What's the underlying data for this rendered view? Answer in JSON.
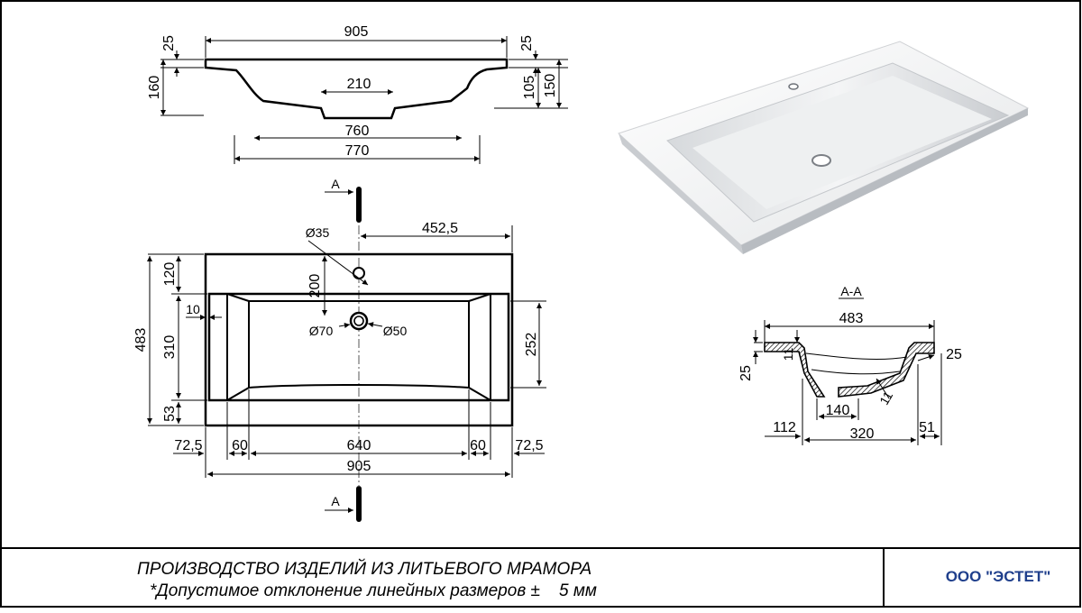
{
  "side_view": {
    "overall_width": "905",
    "top_thickness_left": "25",
    "top_thickness_right": "25",
    "total_height": "160",
    "bowl_depth": "105",
    "depth_right": "150",
    "drain_width": "210",
    "bowl_inner_width": "760",
    "bowl_outer_width": "770"
  },
  "plan_view": {
    "section_mark_top": "A",
    "section_mark_bottom": "A",
    "tap_hole_diameter": "Ø35",
    "hole_offset_right": "452,5",
    "hole_offset_from_back": "200",
    "drain_outer_diameter": "Ø70",
    "drain_inner_diameter": "Ø50",
    "depth_total": "483",
    "back_margin": "120",
    "bowl_length": "310",
    "front_margin": "53",
    "side_wall": "10",
    "bowl_depth_right": "252",
    "bottom_dims": [
      "72,5",
      "60",
      "640",
      "60",
      "72,5"
    ],
    "overall_width": "905"
  },
  "section_view": {
    "title": "А-А",
    "width": "483",
    "rim_left": "11",
    "rim_right": "25",
    "height_left": "25",
    "drain_width": "140",
    "wall_thickness": "11",
    "bottom_dims": [
      "112",
      "320",
      "51"
    ]
  },
  "footer": {
    "title": "ПРОИЗВОДСТВО ИЗДЕЛИЙ ИЗ ЛИТЬЕВОГО МРАМОРА",
    "note": "*Допустимое отклонение линейных размеров ±    5 мм",
    "company": "ООО \"ЭСТЕТ\""
  }
}
